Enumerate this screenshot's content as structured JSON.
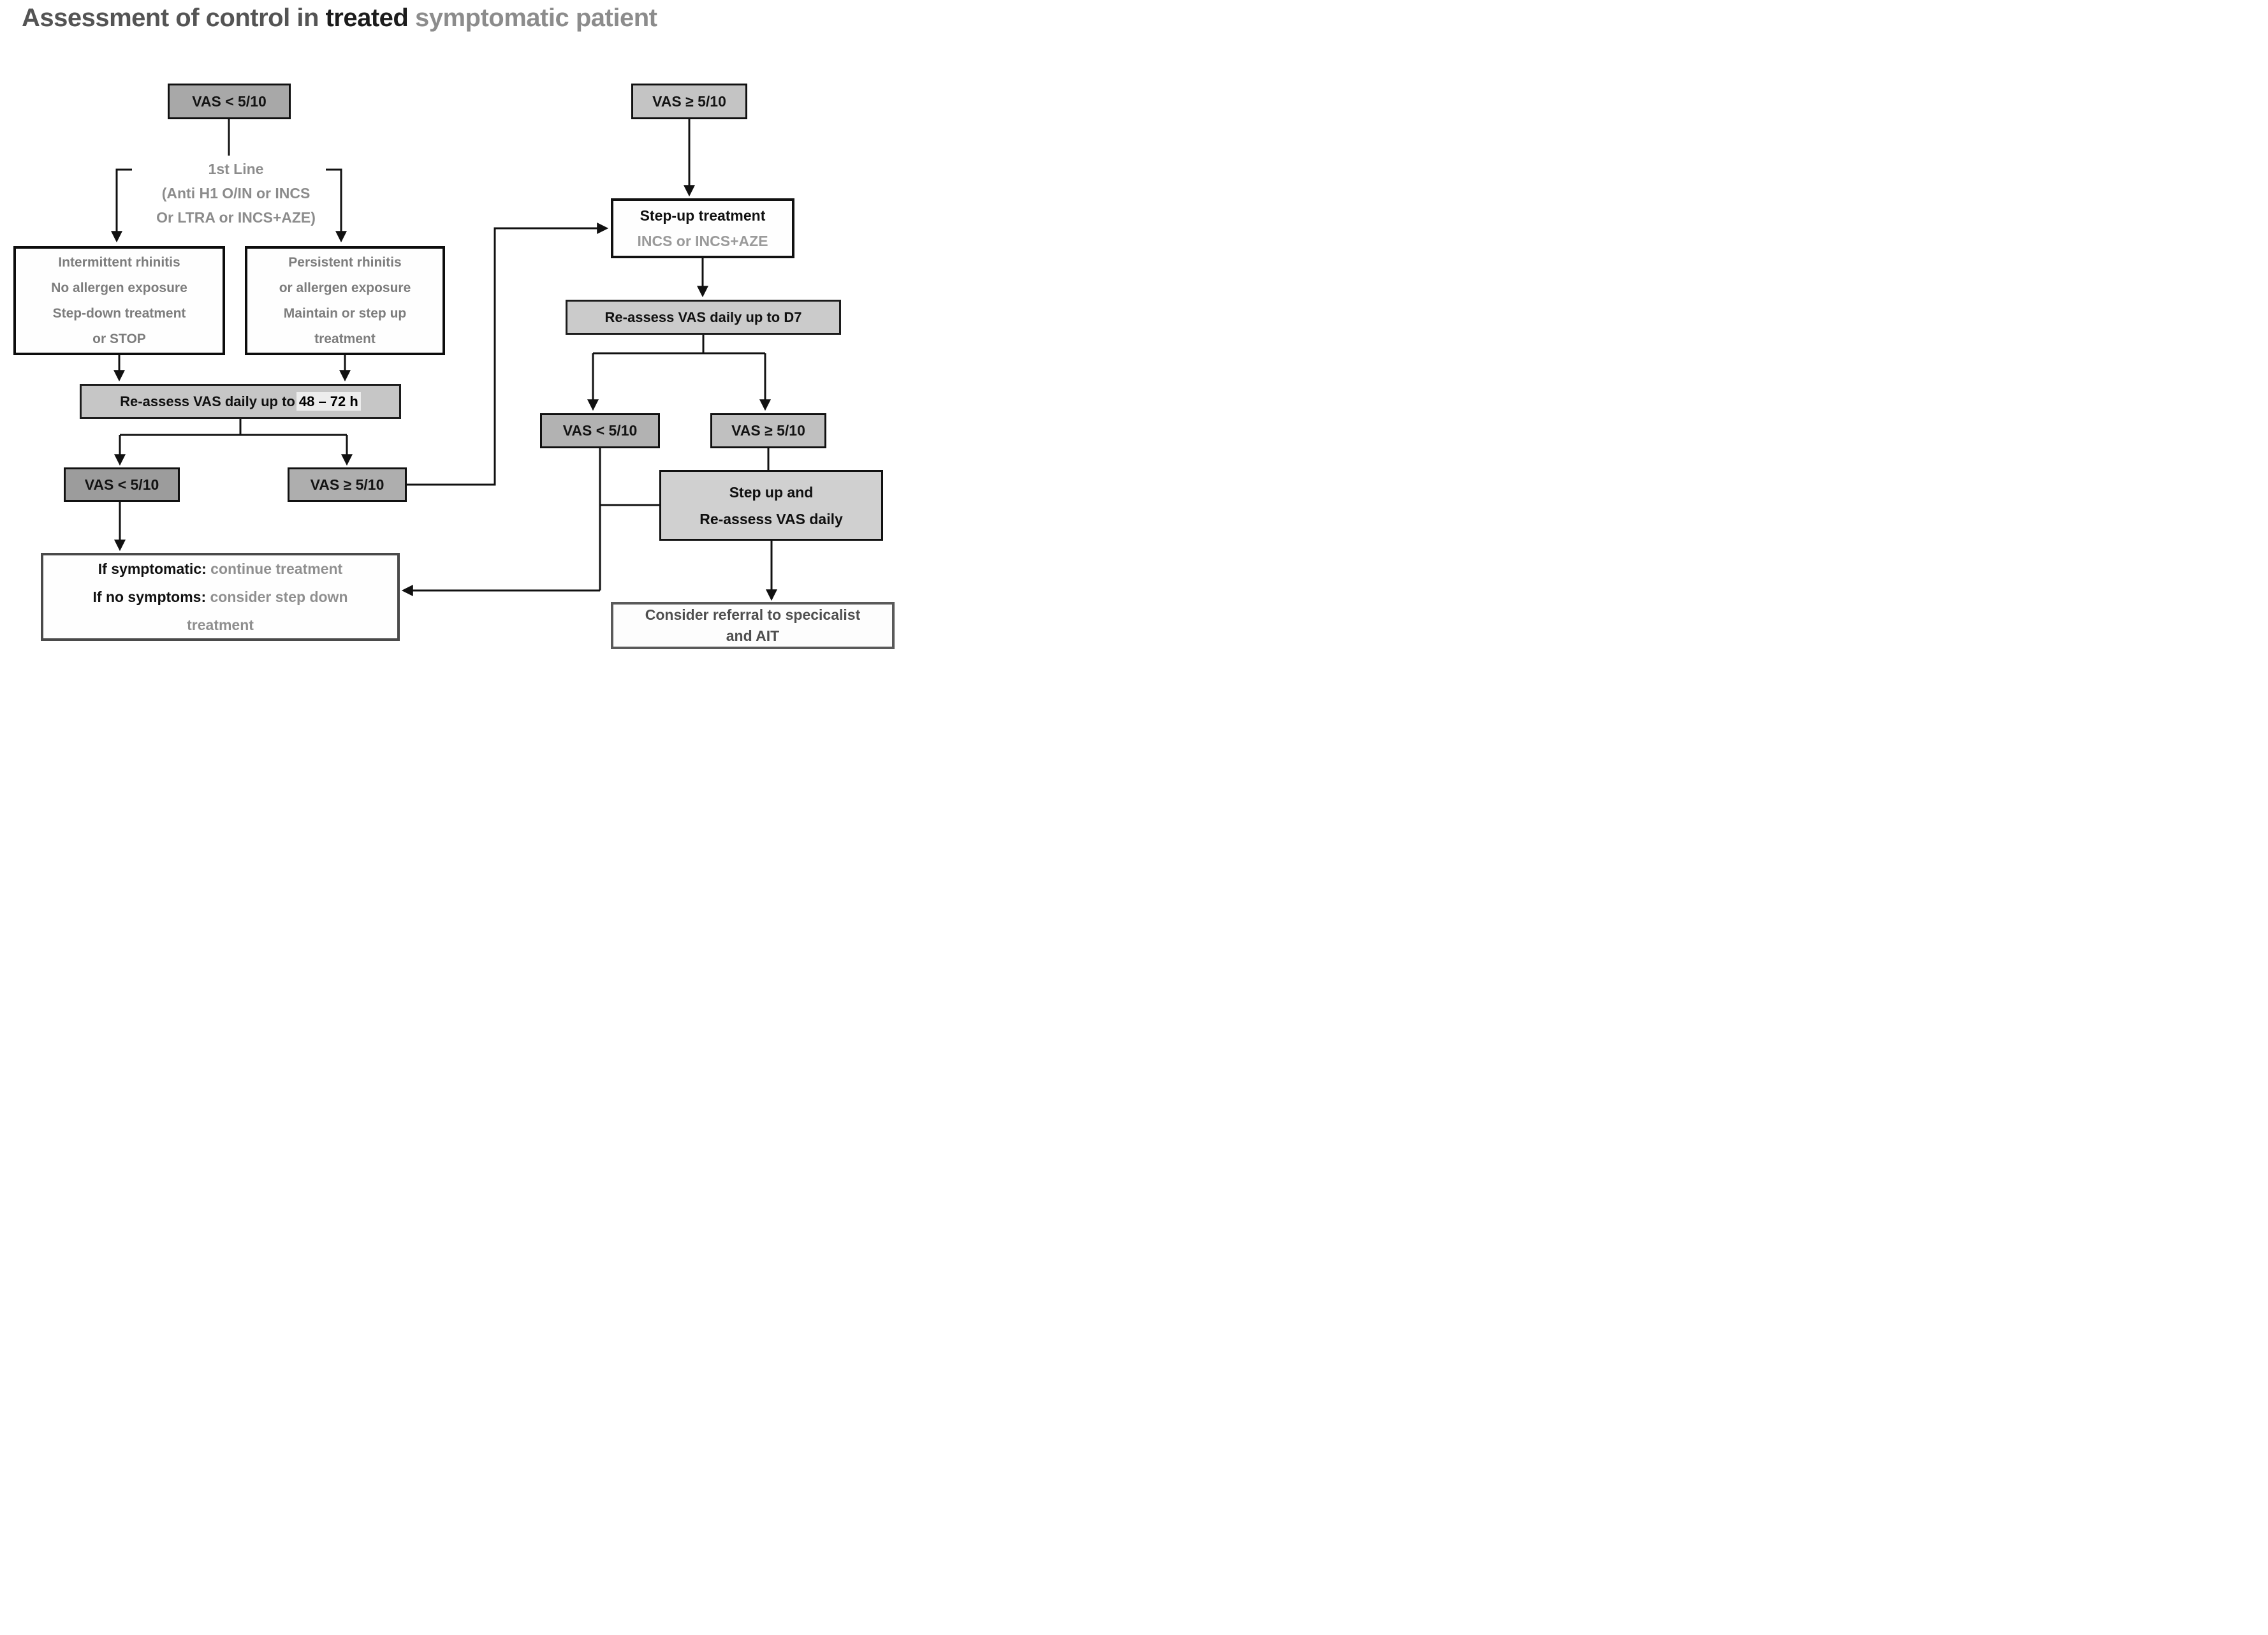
{
  "title": {
    "prefix": "Assessment of control in ",
    "emphasis": "treated",
    "suffix": " symptomatic patient"
  },
  "left_column": {
    "vas_top": "VAS < 5/10",
    "first_line": {
      "lines": [
        "1st Line",
        "(Anti H1 O/IN or INCS",
        "Or LTRA or  INCS+AZE)"
      ]
    },
    "intermittent_box": {
      "lines": [
        "Intermittent rhinitis",
        "No allergen exposure",
        "Step-down treatment",
        "or STOP"
      ]
    },
    "persistent_box": {
      "lines": [
        "Persistent rhinitis",
        "or allergen exposure",
        "Maintain or step up",
        "treatment"
      ]
    },
    "reassess_bar": {
      "prefix": "Re-assess VAS daily  up to",
      "highlight": "48 – 72 h"
    },
    "vas_low_lt": "VAS < 5/10",
    "vas_low_ge": "VAS ≥ 5/10",
    "outcome_box": {
      "line1_label": "If symptomatic:",
      "line1_value": " continue treatment",
      "line2_label": "If no symptoms:",
      "line2_value": " consider step down",
      "line3_value": "treatment"
    }
  },
  "right_column": {
    "vas_top": "VAS ≥ 5/10",
    "step_up_box": {
      "line1": "Step-up treatment",
      "line2": "INCS or INCS+AZE"
    },
    "reassess_bar": "Re-assess VAS daily up to D7",
    "vas_lt": "VAS < 5/10",
    "vas_ge": "VAS ≥ 5/10",
    "step_up_reassess_box": {
      "line1": "Step up and",
      "line2": "Re-assess VAS daily"
    },
    "referral_box": {
      "line1": "Consider referral to specicalist",
      "line2": "and AIT"
    }
  },
  "palette": {
    "background": "#ffffff",
    "line_color": "#111111",
    "vas_dark_fill": "#9c9c9c",
    "vas_mid_fill": "#a8a8a8",
    "vas_light_fill": "#c4c4c4",
    "bar_fill": "#c6c6c6",
    "bar_d7_fill": "#cbcbcb",
    "step_up_reassess_fill": "#d0d0d0",
    "highlight_patch": "#ededed",
    "white_box_fill": "#fefefe",
    "gray_text": "#7d7d7d",
    "dark_text": "#111111",
    "referral_border": "#5a5a5a"
  }
}
